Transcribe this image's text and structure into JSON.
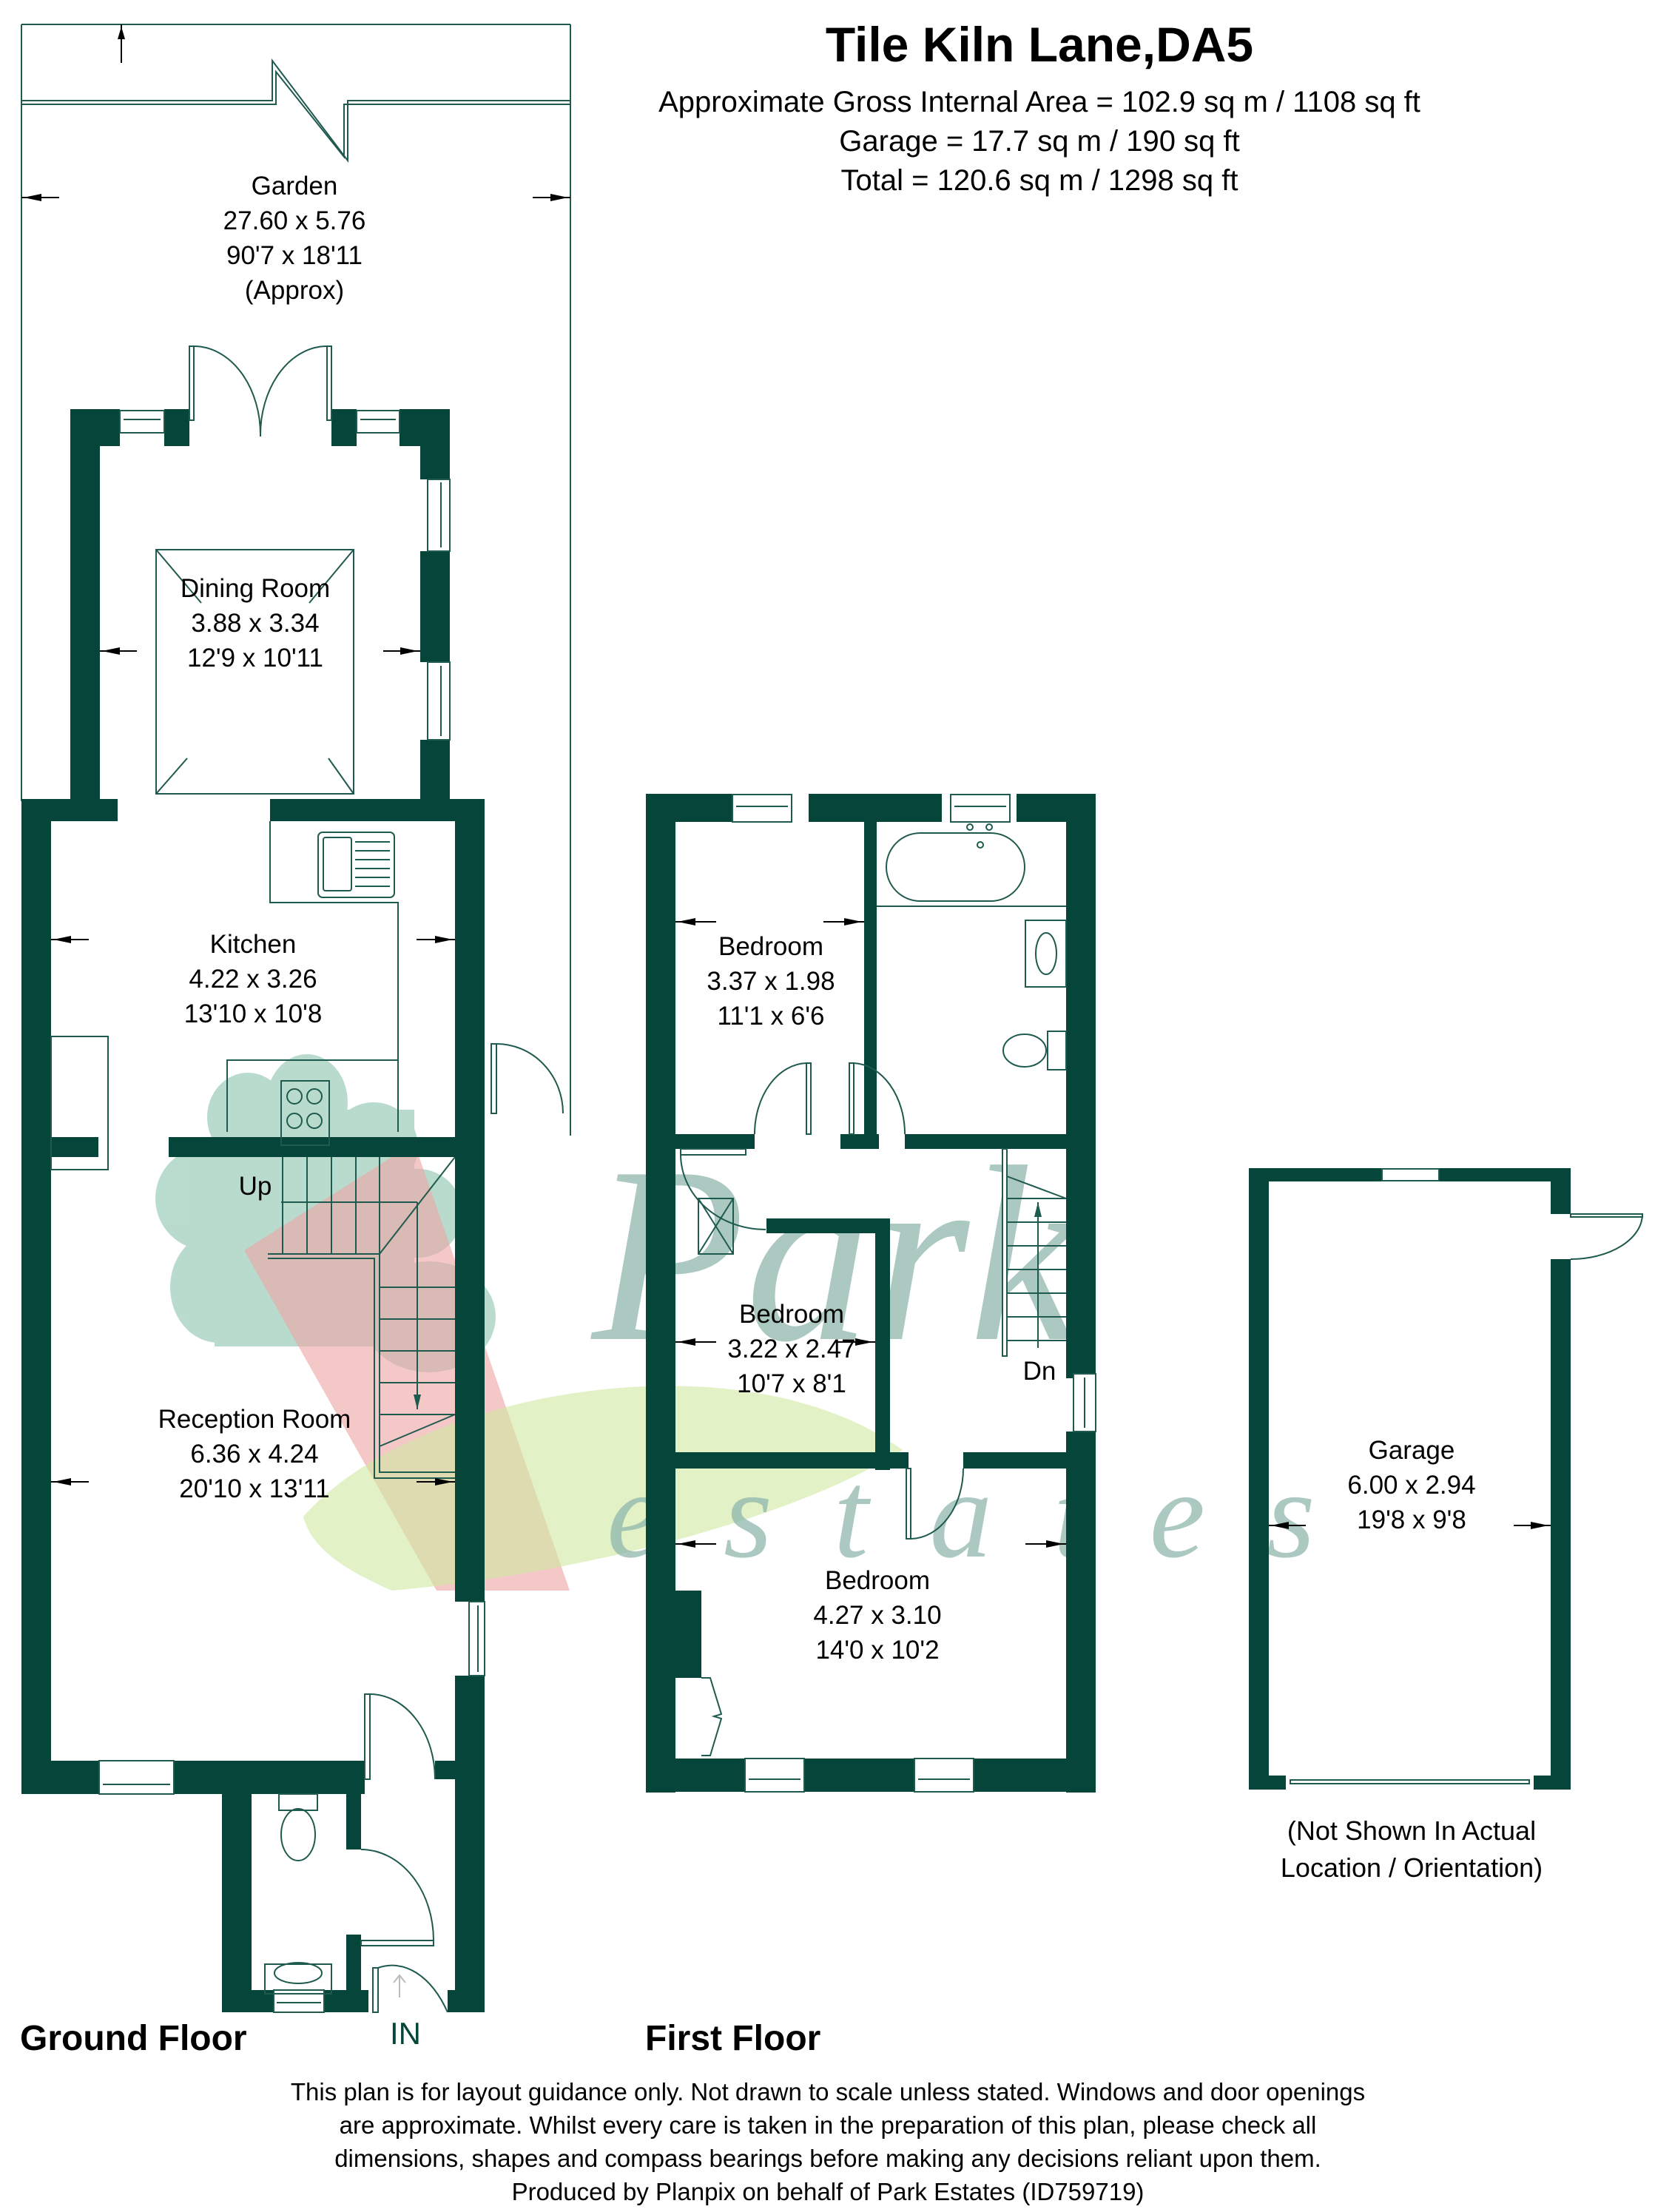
{
  "header": {
    "title": "Tile Kiln Lane,DA5",
    "areas": [
      "Approximate Gross Internal Area = 102.9 sq m / 1108 sq ft",
      "Garage = 17.7 sq m / 190 sq ft",
      "Total = 120.6 sq m / 1298 sq ft"
    ]
  },
  "colors": {
    "wall": "#06463a",
    "line": "#1f5a4e",
    "watermark_green": "#8fb7ad",
    "watermark_pink": "#eeb3b3",
    "watermark_lime": "#d6ebb0"
  },
  "ground_floor": {
    "label": "Ground Floor",
    "entrance_label": "IN",
    "stairs_label": "Up",
    "rooms": {
      "garden": {
        "name": "Garden",
        "metric": "27.60 x 5.76",
        "imperial": "90'7 x 18'11",
        "note": "(Approx)"
      },
      "dining": {
        "name": "Dining Room",
        "metric": "3.88 x 3.34",
        "imperial": "12'9 x 10'11"
      },
      "kitchen": {
        "name": "Kitchen",
        "metric": "4.22 x 3.26",
        "imperial": "13'10 x 10'8"
      },
      "reception": {
        "name": "Reception Room",
        "metric": "6.36 x 4.24",
        "imperial": "20'10 x 13'11"
      }
    }
  },
  "first_floor": {
    "label": "First Floor",
    "stairs_label": "Dn",
    "rooms": {
      "bedroom_small": {
        "name": "Bedroom",
        "metric": "3.37 x 1.98",
        "imperial": "11'1 x 6'6"
      },
      "bedroom_middle": {
        "name": "Bedroom",
        "metric": "3.22 x 2.47",
        "imperial": "10'7 x 8'1"
      },
      "bedroom_main": {
        "name": "Bedroom",
        "metric": "4.27 x 3.10",
        "imperial": "14'0 x 10'2"
      }
    }
  },
  "garage": {
    "name": "Garage",
    "metric": "6.00 x 2.94",
    "imperial": "19'8 x 9'8",
    "note": [
      "(Not Shown In Actual",
      "Location / Orientation)"
    ]
  },
  "watermark": {
    "word1": "Park",
    "word2": "e s t a t e s"
  },
  "disclaimer": [
    "This plan is for layout guidance only. Not drawn to scale unless stated. Windows and door openings",
    "are approximate. Whilst every care is taken in the preparation of this plan, please check all",
    "dimensions, shapes and compass bearings before making any decisions reliant upon them.",
    "Produced by Planpix on behalf of Park Estates (ID759719)"
  ]
}
